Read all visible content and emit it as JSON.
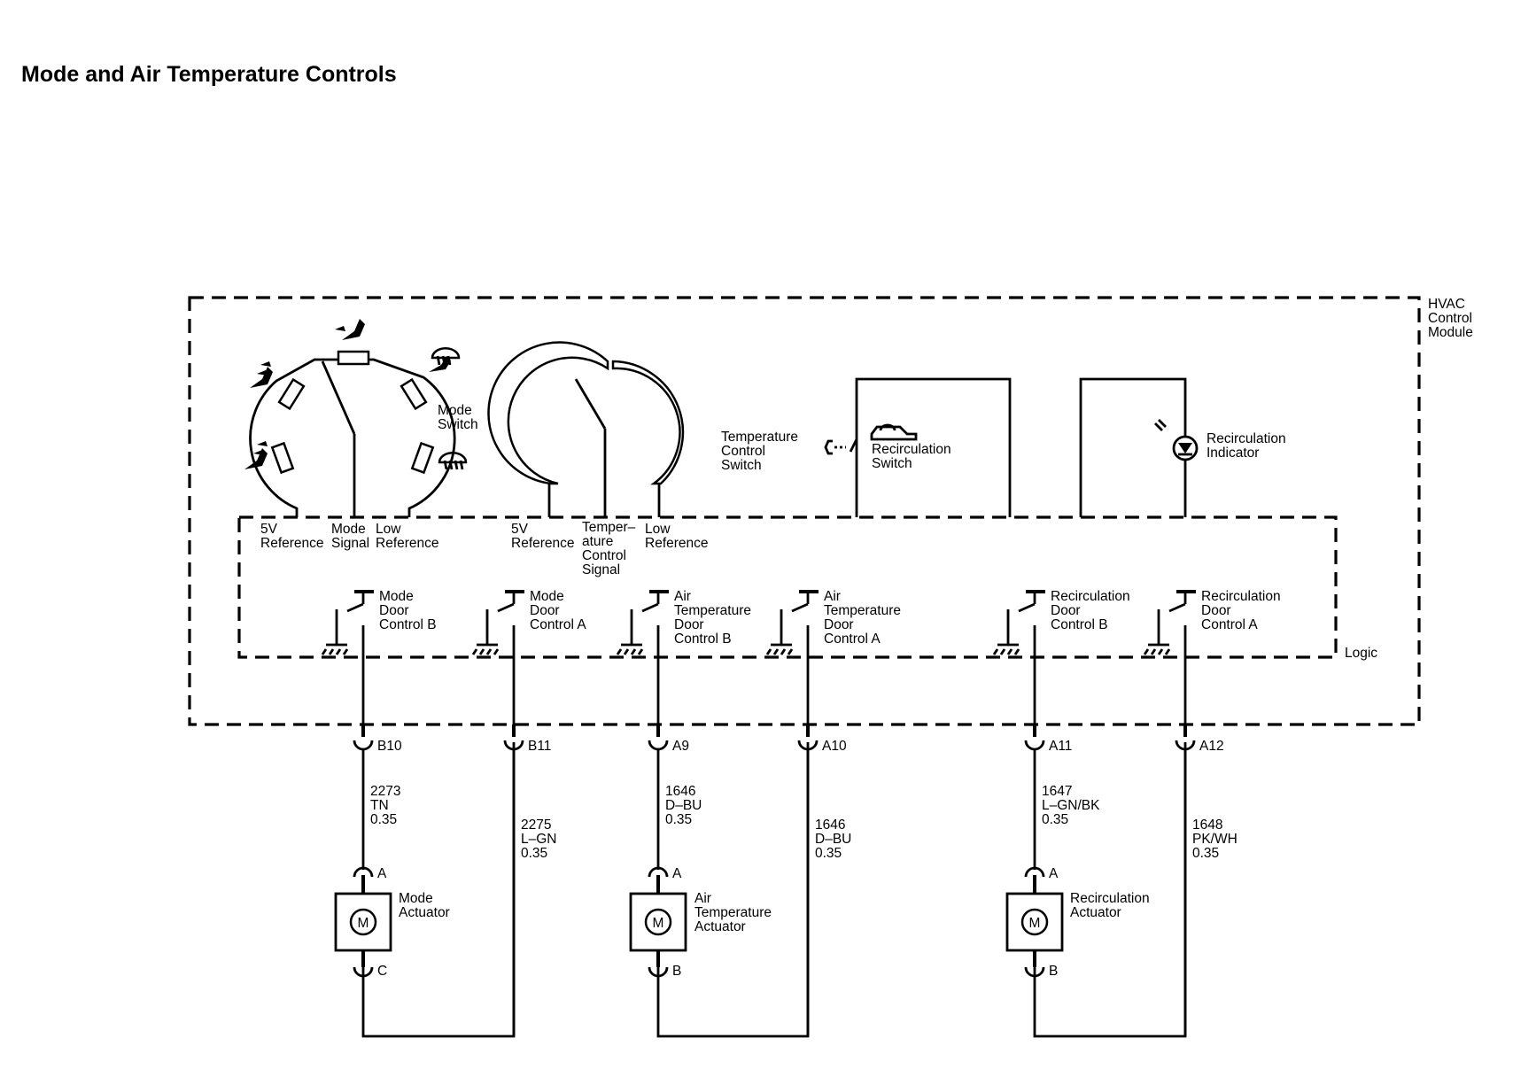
{
  "title": "Mode and Air Temperature Controls",
  "module": {
    "label_lines": [
      "HVAC",
      "Control",
      "Module"
    ],
    "logic_label": "Logic"
  },
  "mode_switch": {
    "label_lines": [
      "Mode",
      "Switch"
    ]
  },
  "temp_switch": {
    "label_lines": [
      "Temperature",
      "Control",
      "Switch"
    ]
  },
  "recirc_switch": {
    "label_lines": [
      "Recirculation",
      "Switch"
    ]
  },
  "recirc_indicator": {
    "label_lines": [
      "Recirculation",
      "Indicator"
    ]
  },
  "terminal_labels": [
    [
      "5V",
      "Reference"
    ],
    [
      "Mode",
      "Signal"
    ],
    [
      "Low",
      "Reference"
    ],
    [
      "5V",
      "Reference"
    ],
    [
      "Temper–",
      "ature",
      "Control",
      "Signal"
    ],
    [
      "Low",
      "Reference"
    ]
  ],
  "drivers": [
    [
      "Mode",
      "Door",
      "Control B"
    ],
    [
      "Mode",
      "Door",
      "Control A"
    ],
    [
      "Air",
      "Temperature",
      "Door",
      "Control B"
    ],
    [
      "Air",
      "Temperature",
      "Door",
      "Control A"
    ],
    [
      "Recirculation",
      "Door",
      "Control B"
    ],
    [
      "Recirculation",
      "Door",
      "Control A"
    ]
  ],
  "pins": [
    "B10",
    "B11",
    "A9",
    "A10",
    "A11",
    "A12"
  ],
  "wires": [
    [
      "2273",
      "TN",
      "0.35"
    ],
    [
      "2275",
      "L–GN",
      "0.35"
    ],
    [
      "1646",
      "D–BU",
      "0.35"
    ],
    [
      "1646",
      "D–BU",
      "0.35"
    ],
    [
      "1647",
      "L–GN/BK",
      "0.35"
    ],
    [
      "1648",
      "PK/WH",
      "0.35"
    ]
  ],
  "actuators": [
    {
      "label_lines": [
        "Mode",
        "Actuator"
      ],
      "top_pin": "A",
      "bottom_pin": "C",
      "symbol": "M"
    },
    {
      "label_lines": [
        "Air",
        "Temperature",
        "Actuator"
      ],
      "top_pin": "A",
      "bottom_pin": "B",
      "symbol": "M"
    },
    {
      "label_lines": [
        "Recirculation",
        "Actuator"
      ],
      "top_pin": "A",
      "bottom_pin": "B",
      "symbol": "M"
    }
  ]
}
